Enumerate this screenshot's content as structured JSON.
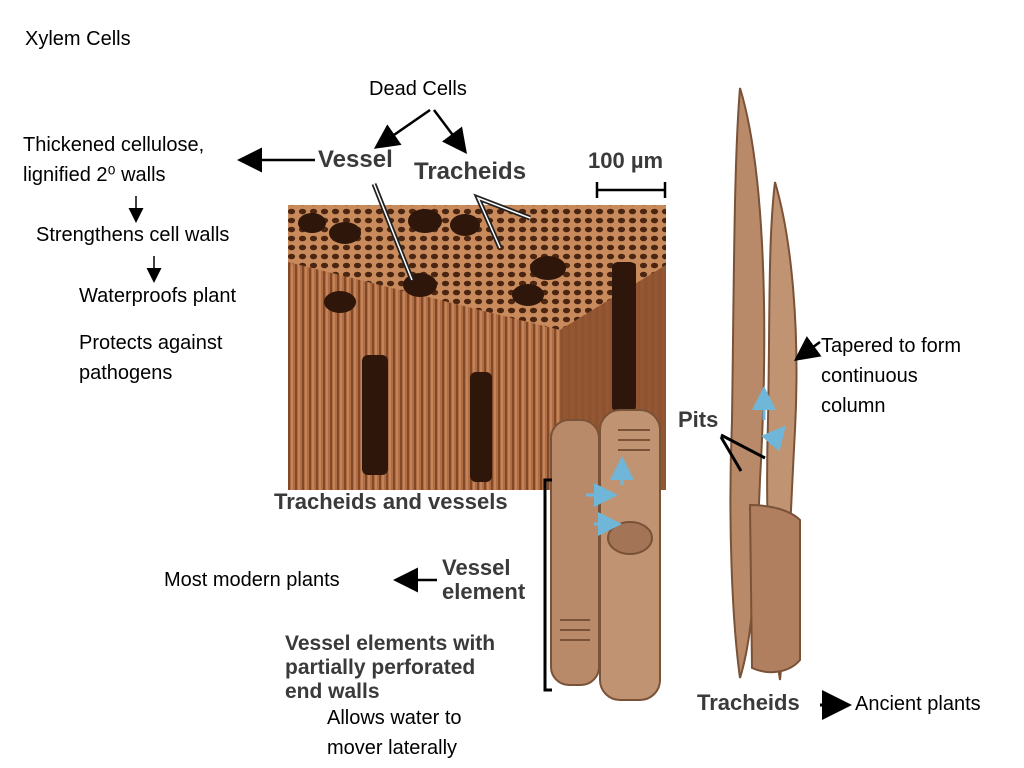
{
  "slide": {
    "title": "Xylem Cells",
    "dead_cells": "Dead Cells",
    "vessel": "Vessel",
    "tracheids_top": "Tracheids",
    "scale_bar": "100 µm",
    "walls": "Thickened cellulose,\nlignified 2⁰ walls",
    "strengthens": "Strengthens cell walls",
    "waterproofs": "Waterproofs plant",
    "protects": "Protects against\npathogens",
    "tracheids_and_vessels": "Tracheids and vessels",
    "vessel_element": "Vessel\nelement",
    "most_modern": "Most modern plants",
    "vessel_elements_caption": "Vessel elements with\npartially perforated\nend walls",
    "allows_water": "Allows water to\nmover laterally",
    "pits": "Pits",
    "tapered": "Tapered to form\ncontinuous\ncolumn",
    "tracheids_bottom": "Tracheids",
    "ancient": "Ancient plants"
  },
  "colors": {
    "wood": "#b9794f",
    "wood_dark": "#5a2f17",
    "cell_tan": "#b88a6a",
    "cell_edge": "#7a5237",
    "arrow": "#000000",
    "flow_arrow": "#6fb6d8"
  }
}
